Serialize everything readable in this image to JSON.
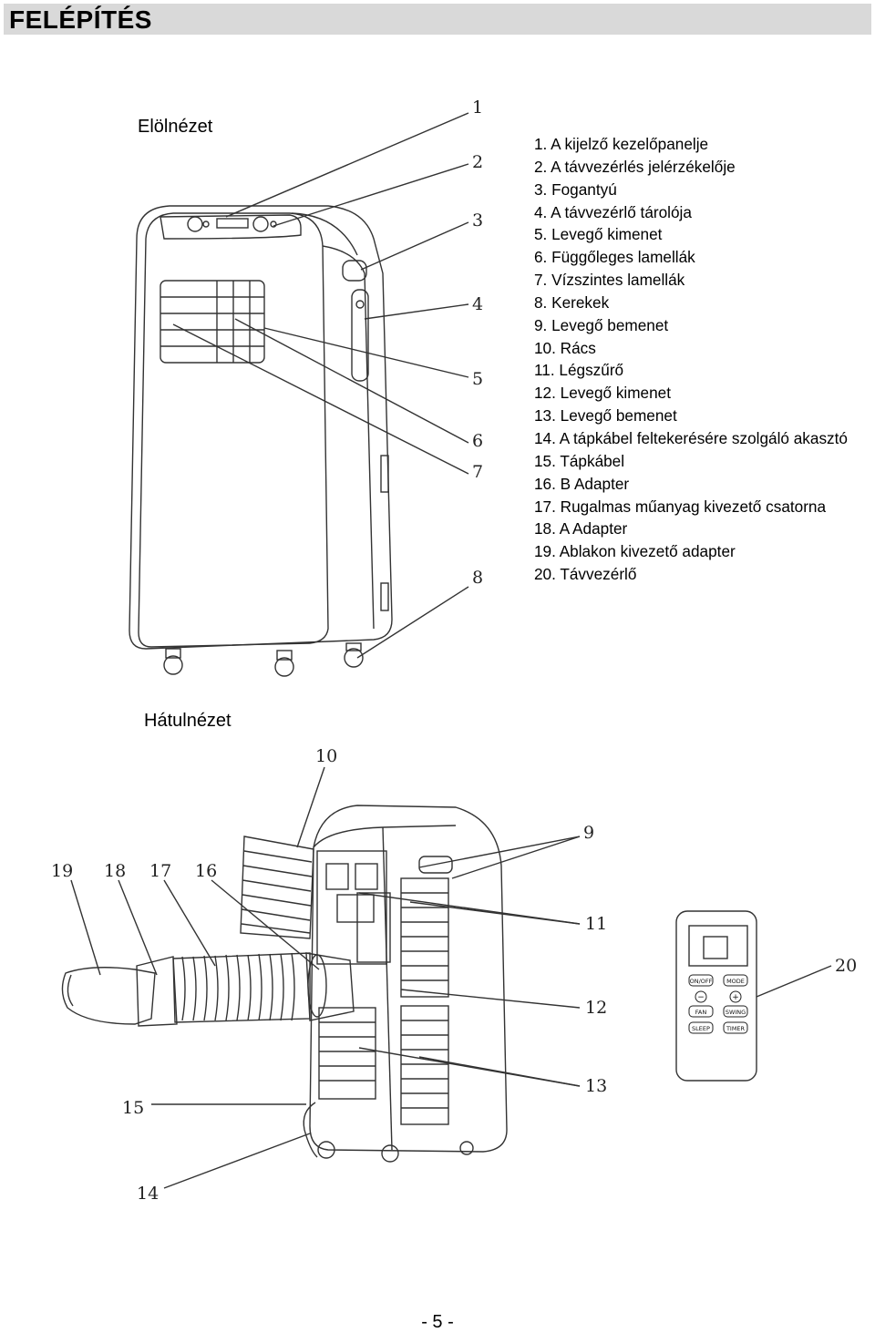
{
  "header": {
    "title": "FELÉPÍTÉS"
  },
  "front_view": {
    "label": "Elölnézet"
  },
  "back_view": {
    "label": "Hátulnézet"
  },
  "parts_list": [
    "1. A kijelző kezelőpanelje",
    "2. A távvezérlés jelérzékelője",
    "3. Fogantyú",
    "4. A távvezérlő tárolója",
    "5. Levegő kimenet",
    "6. Függőleges lamellák",
    "7. Vízszintes lamellák",
    "8. Kerekek",
    "9. Levegő bemenet",
    "10. Rács",
    "11. Légszűrő",
    "12. Levegő kimenet",
    "13. Levegő bemenet",
    "14. A tápkábel feltekerésére szolgáló akasztó",
    "15. Tápkábel",
    "16. B Adapter",
    "17. Rugalmas műanyag kivezető csatorna",
    "18. A Adapter",
    "19. Ablakon kivezető adapter",
    "20. Távvezérlő"
  ],
  "front_callouts": [
    "1",
    "2",
    "3",
    "4",
    "5",
    "6",
    "7",
    "8"
  ],
  "back_callouts": [
    "10",
    "9",
    "19",
    "18",
    "17",
    "16",
    "11",
    "12",
    "13",
    "15",
    "14",
    "20"
  ],
  "remote": {
    "buttons": [
      "ON/OFF",
      "MODE",
      "FAN",
      "SWING",
      "SLEEP",
      "TIMER"
    ],
    "minus": "−",
    "plus": "+"
  },
  "footer": {
    "page": "- 5 -"
  }
}
